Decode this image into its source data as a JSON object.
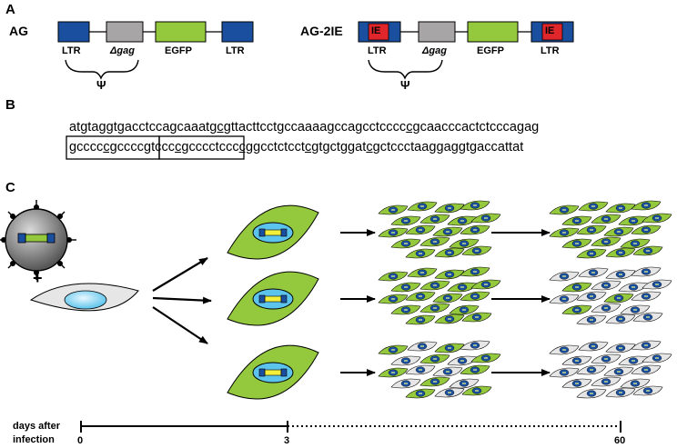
{
  "panels": {
    "a": "A",
    "b": "B",
    "c": "C"
  },
  "constructs": [
    {
      "name": "AG",
      "segments": [
        "LTR",
        "Δgag",
        "EGFP",
        "LTR"
      ],
      "psi": "Ψ"
    },
    {
      "name": "AG-2IE",
      "segments": [
        "LTR",
        "Δgag",
        "EGFP",
        "LTR"
      ],
      "psi": "Ψ",
      "insert_label": "IE"
    }
  ],
  "sequence": {
    "line1": [
      "atgtaggtgacctccagcaaatg",
      "cg",
      "ttacttcctgccaaaagccagcctcccc",
      "cg",
      "caacccactctcccagag"
    ],
    "line2": [
      "gcccc",
      "cg",
      "cccc",
      "g",
      "tccc",
      "cg",
      "cccctccc",
      "cg",
      "gcctctcct",
      "cg",
      "tgctggat",
      "cg",
      "ctccctaaggaggtgaccattat"
    ]
  },
  "panel_c": {
    "plus": "+"
  },
  "timeline": {
    "label_line1": "days after",
    "label_line2": "infection",
    "ticks": [
      "0",
      "3",
      "60"
    ]
  },
  "colors": {
    "ltr": "#1a4fa0",
    "gag": "#a7a5a6",
    "egfp": "#94c83d",
    "ie": "#e0262b",
    "cell_gray": "#e6e6e6",
    "nucleus": "#5bc3ec"
  }
}
